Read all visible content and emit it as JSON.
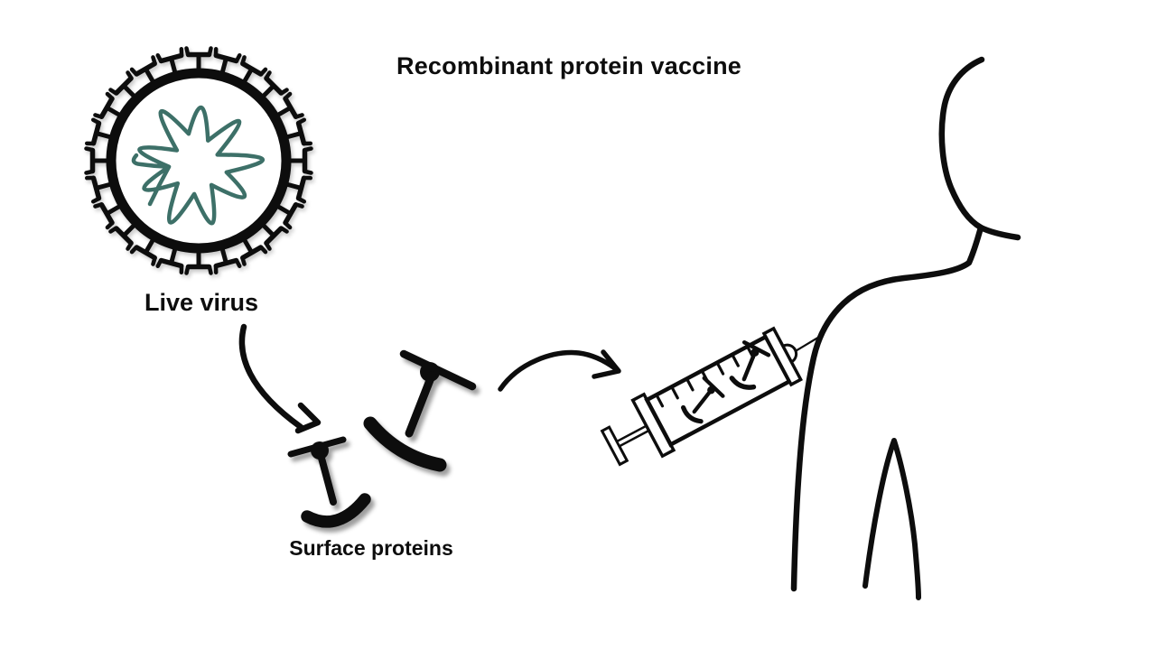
{
  "title": "Recombinant protein vaccine",
  "labels": {
    "virus": "Live virus",
    "proteins": "Surface proteins"
  },
  "colors": {
    "ink": "#0d0d0d",
    "rna": "#3d7068",
    "background": "#ffffff"
  },
  "icons": {
    "virus": "virus-particle-icon",
    "rna": "rna-strand-icon",
    "surface_protein": "spike-protein-icon",
    "arrow_virus_to_proteins": "curved-arrow-icon",
    "arrow_proteins_to_syringe": "curved-arrow-icon",
    "syringe": "syringe-icon",
    "person": "person-outline-icon"
  }
}
